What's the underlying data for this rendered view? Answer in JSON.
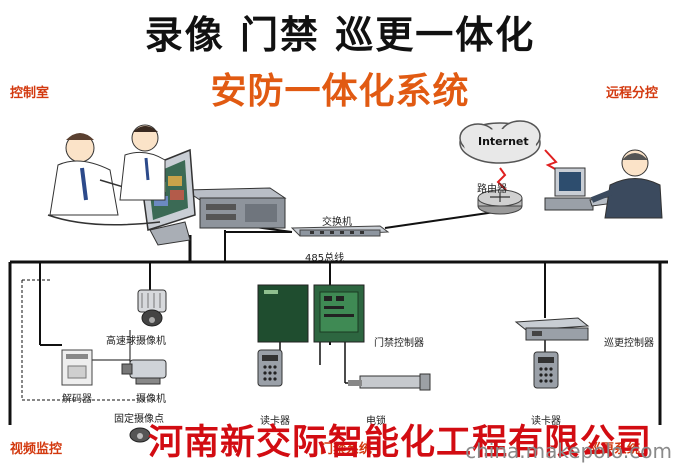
{
  "title": "录像 门禁 巡更一体化",
  "subtitle": "安防一体化系统",
  "corners": {
    "control_room": "控制室",
    "remote_control": "远程分控",
    "video_monitoring": "视频监控",
    "patrol_system": "巡更系统"
  },
  "labels": {
    "internet": "Internet",
    "router": "路由器",
    "switch": "交换机",
    "bus_485": "485总线",
    "speed_dome": "高速球摄像机",
    "decoder": "解码器",
    "camera": "摄像机",
    "fixed_camera_point": "固定摄像点",
    "access_controller": "门禁控制器",
    "card_reader_left": "读卡器",
    "electric_lock": "电锁",
    "access_system": "门禁系统",
    "patrol_controller": "巡更控制器",
    "card_reader_right": "读卡器"
  },
  "watermark": "河南新交际智能化工程有限公司",
  "site": "china.makepolo.com",
  "colors": {
    "title": "#111111",
    "subtitle": "#e15a12",
    "corner": "#d33a10",
    "watermark": "#d20c12",
    "network_link": "#e02020",
    "bus": "#111111"
  }
}
